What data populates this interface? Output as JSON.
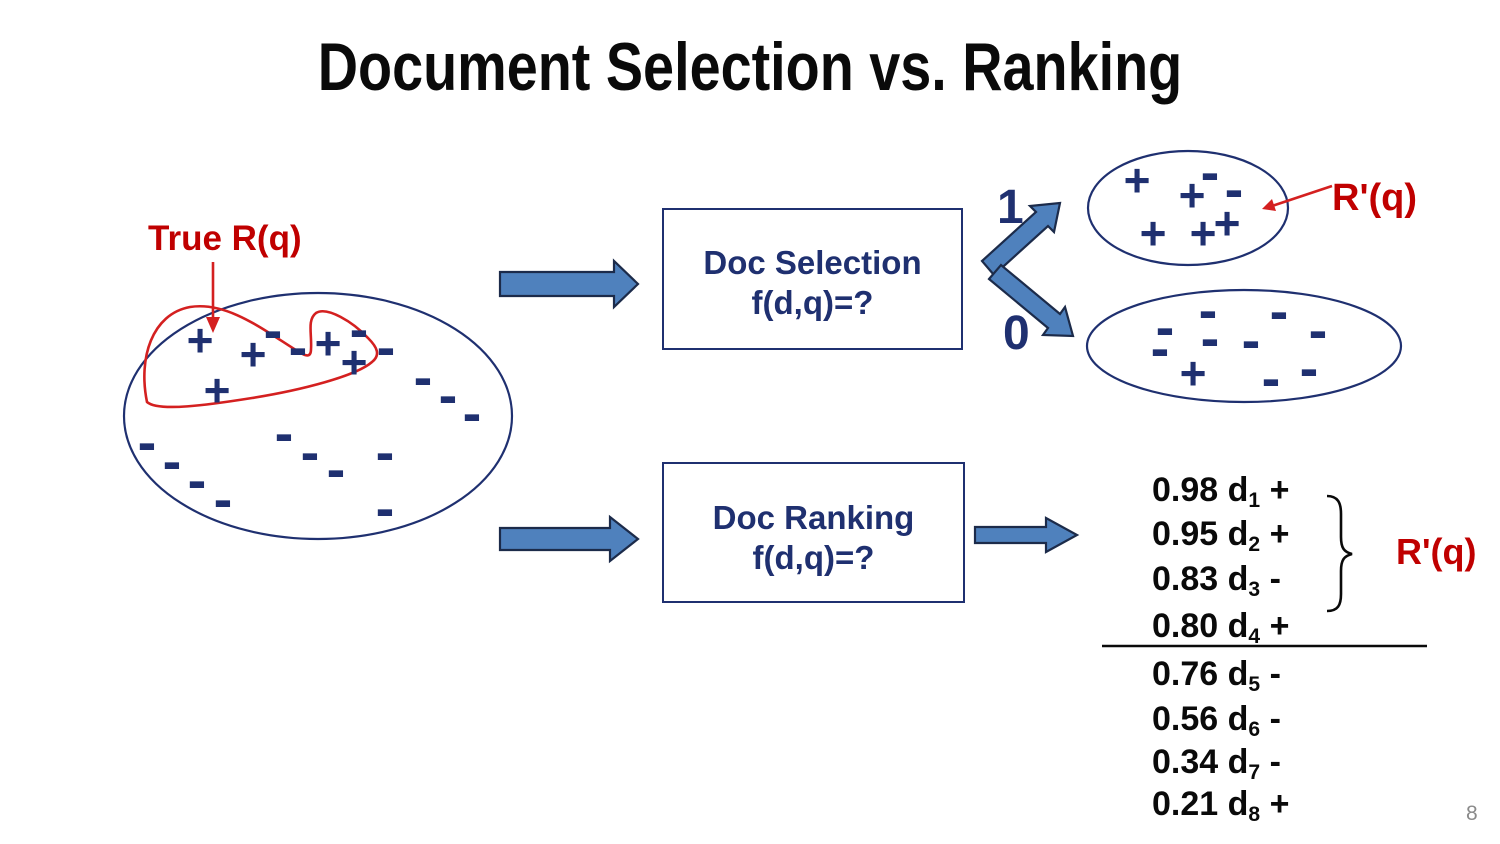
{
  "slide": {
    "title": "Document Selection vs. Ranking",
    "page_number": "8"
  },
  "labels": {
    "true_relevant_set": "True R(q)",
    "branch_one": "1",
    "branch_zero": "0",
    "selected_set": "R'(q)",
    "ranked_cutoff_set": "R'(q)"
  },
  "boxes": {
    "doc_selection": {
      "title": "Doc Selection",
      "formula": "f(d,q)=?"
    },
    "doc_ranking": {
      "title": "Doc Ranking",
      "formula": "f(d,q)=?"
    }
  },
  "ranking_list": {
    "rows": [
      {
        "score": "0.98",
        "doc": "d",
        "rank": "1",
        "sign": "+"
      },
      {
        "score": "0.95",
        "doc": "d",
        "rank": "2",
        "sign": "+"
      },
      {
        "score": "0.83",
        "doc": "d",
        "rank": "3",
        "sign": "-"
      },
      {
        "score": "0.80",
        "doc": "d",
        "rank": "4",
        "sign": "+"
      },
      {
        "score": "0.76",
        "doc": "d",
        "rank": "5",
        "sign": "-"
      },
      {
        "score": "0.56",
        "doc": "d",
        "rank": "6",
        "sign": "-"
      },
      {
        "score": "0.34",
        "doc": "d",
        "rank": "7",
        "sign": "-"
      },
      {
        "score": "0.21",
        "doc": "d",
        "rank": "8",
        "sign": "+"
      }
    ],
    "cutoff_after_rank": 4,
    "braced_ranks": [
      "1",
      "2",
      "3"
    ]
  },
  "scatter": {
    "corpus_ellipse": {
      "plus": [
        [
          200,
          340
        ],
        [
          253,
          354
        ],
        [
          328,
          343
        ],
        [
          354,
          362
        ],
        [
          217,
          390
        ]
      ],
      "minus": [
        [
          273,
          330
        ],
        [
          298,
          347
        ],
        [
          359,
          329
        ],
        [
          386,
          347
        ],
        [
          423,
          377
        ],
        [
          448,
          395
        ],
        [
          472,
          413
        ],
        [
          284,
          433
        ],
        [
          310,
          452
        ],
        [
          385,
          452
        ],
        [
          336,
          469
        ],
        [
          147,
          442
        ],
        [
          172,
          461
        ],
        [
          197,
          480
        ],
        [
          223,
          499
        ],
        [
          385,
          508
        ]
      ]
    },
    "selected_relevant_ellipse": {
      "plus": [
        [
          1137,
          180
        ],
        [
          1192,
          195
        ],
        [
          1153,
          233
        ],
        [
          1203,
          233
        ],
        [
          1227,
          223
        ]
      ],
      "minus": [
        [
          1210,
          172
        ],
        [
          1234,
          189
        ]
      ]
    },
    "selected_nonrelevant_ellipse": {
      "plus": [
        [
          1193,
          373
        ]
      ],
      "minus": [
        [
          1208,
          310
        ],
        [
          1279,
          311
        ],
        [
          1165,
          327
        ],
        [
          1318,
          330
        ],
        [
          1210,
          338
        ],
        [
          1251,
          340
        ],
        [
          1160,
          348
        ],
        [
          1309,
          368
        ],
        [
          1271,
          378
        ]
      ]
    }
  },
  "colors": {
    "navy": "#1f3070",
    "red": "#c00000",
    "arrow_red": "#d42020",
    "arrow_blue_fill": "#4f81bd",
    "arrow_blue_stroke": "#1c2b4a",
    "text_black": "#0a0a0a",
    "page_number_gray": "#8a8a8a"
  }
}
